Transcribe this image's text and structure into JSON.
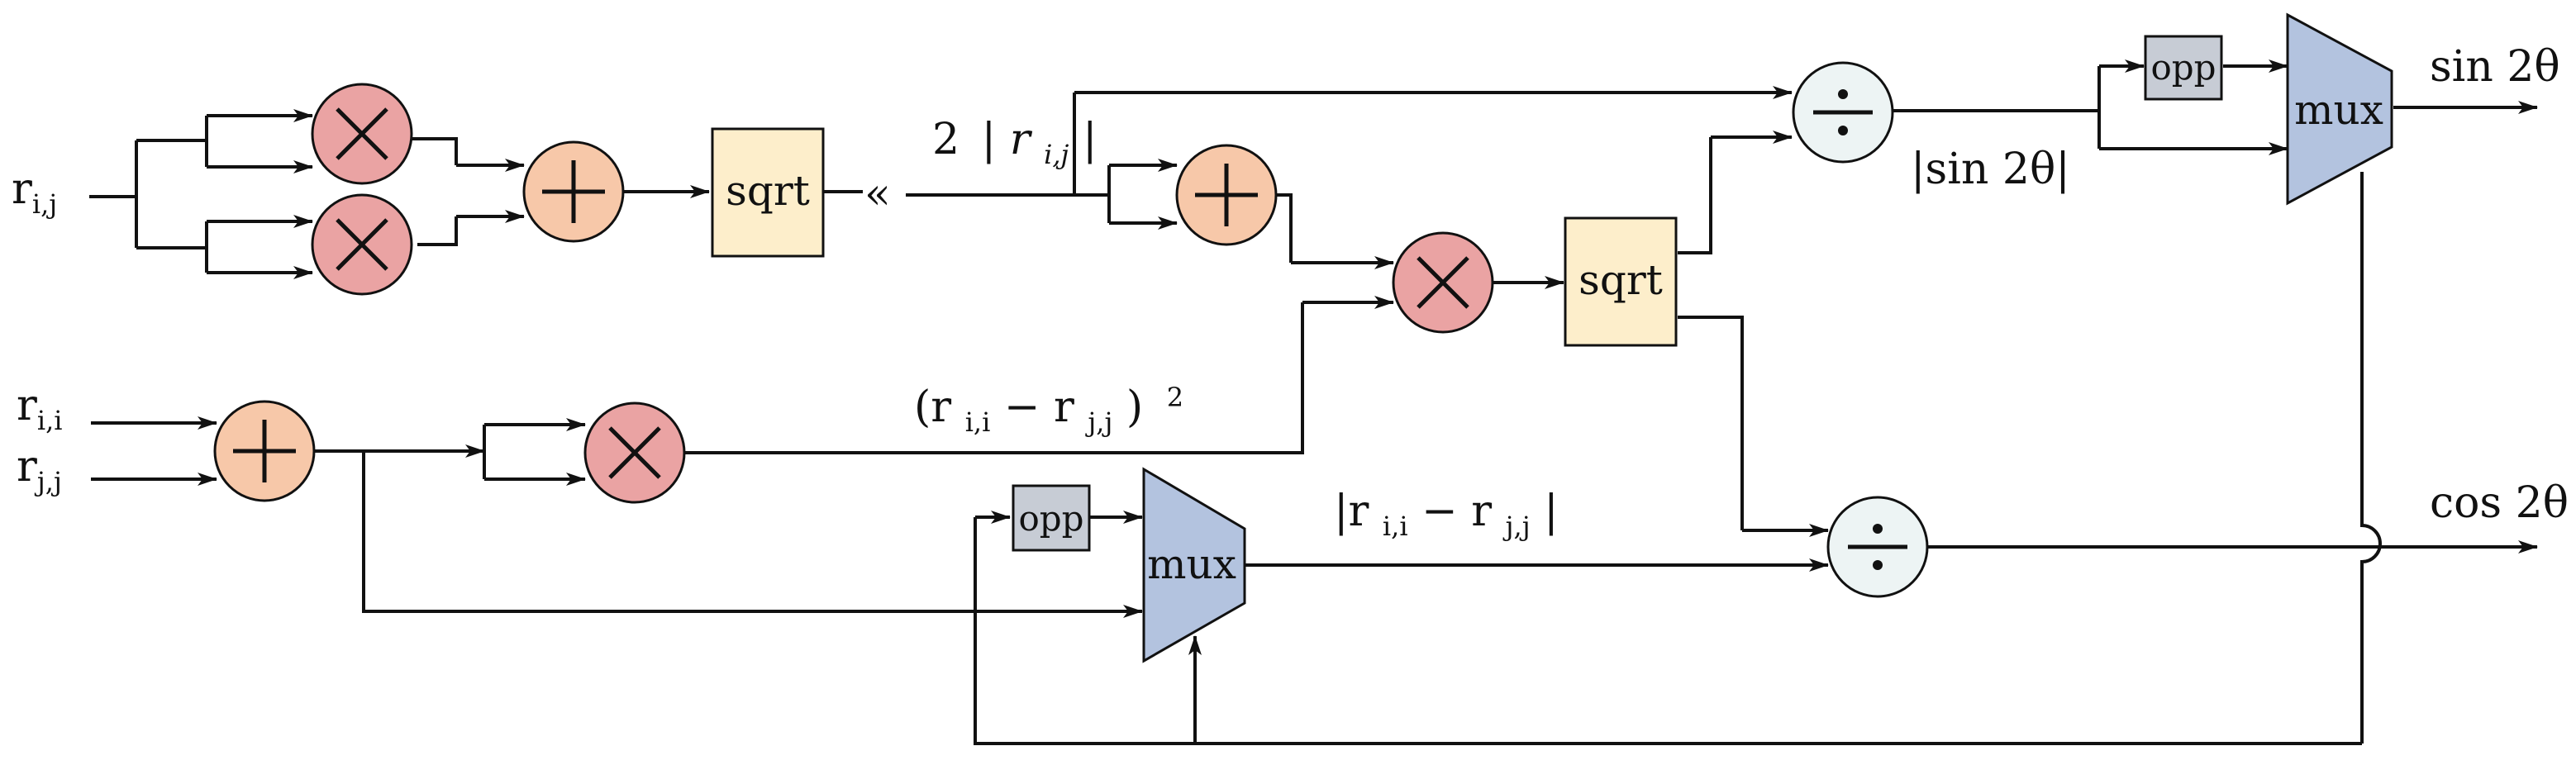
{
  "colors": {
    "multiplier": "#eaa3a3",
    "adder": "#f7c8a9",
    "sqrt_block": "#fdeecb",
    "divider": "#edf4f4",
    "mux": "#b3c3df",
    "opp": "#c7ccd5",
    "stroke": "#111111"
  },
  "blocks": {
    "sqrt_left": "sqrt",
    "sqrt_right": "sqrt",
    "opp_top": "opp",
    "opp_bottom": "opp",
    "mux_top": "mux",
    "mux_bottom": "mux"
  },
  "operators": {
    "multiply_symbol": "multiply-icon",
    "add_symbol": "plus-icon",
    "divide_symbol": "divide-icon"
  },
  "inputs": {
    "rij": {
      "base": "r",
      "sub": "i,j"
    },
    "rii": {
      "base": "r",
      "sub": "i,i"
    },
    "rjj": {
      "base": "r",
      "sub": "j,j"
    }
  },
  "signals": {
    "shift": "«",
    "two_abs_rij": {
      "prefix": "2",
      "bar_left": "|",
      "base": "r",
      "sub": "i,j",
      "bar_right": "|"
    },
    "diff_squared": {
      "open": "(r",
      "sub1": "i,i",
      "minus": " − r",
      "sub2": "j,j",
      "close": ")",
      "sup": "2"
    },
    "abs_diff": {
      "open": "|r",
      "sub1": "i,i",
      "minus": " − r",
      "sub2": "j,j",
      "close": "|"
    },
    "abs_sin2theta": "|sin 2θ|"
  },
  "outputs": {
    "sin2theta": "sin 2θ",
    "cos2theta": "cos 2θ"
  }
}
